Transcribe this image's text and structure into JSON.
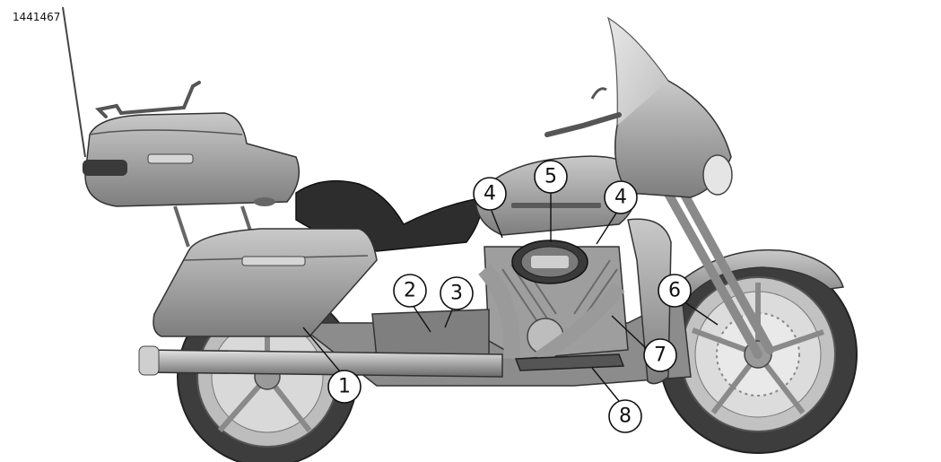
{
  "figure_id": "1441467",
  "callouts": [
    {
      "label": "1"
    },
    {
      "label": "2"
    },
    {
      "label": "3"
    },
    {
      "label": "4"
    },
    {
      "label": "4"
    },
    {
      "label": "5"
    },
    {
      "label": "6"
    },
    {
      "label": "7"
    },
    {
      "label": "8"
    }
  ],
  "colors": {
    "body": "#9a9a9a",
    "body_light": "#c4c4c4",
    "body_dark": "#5e5e5e",
    "tire": "#4a4a4a",
    "chrome": "#d8d8d8",
    "outline": "#2a2a2a"
  }
}
